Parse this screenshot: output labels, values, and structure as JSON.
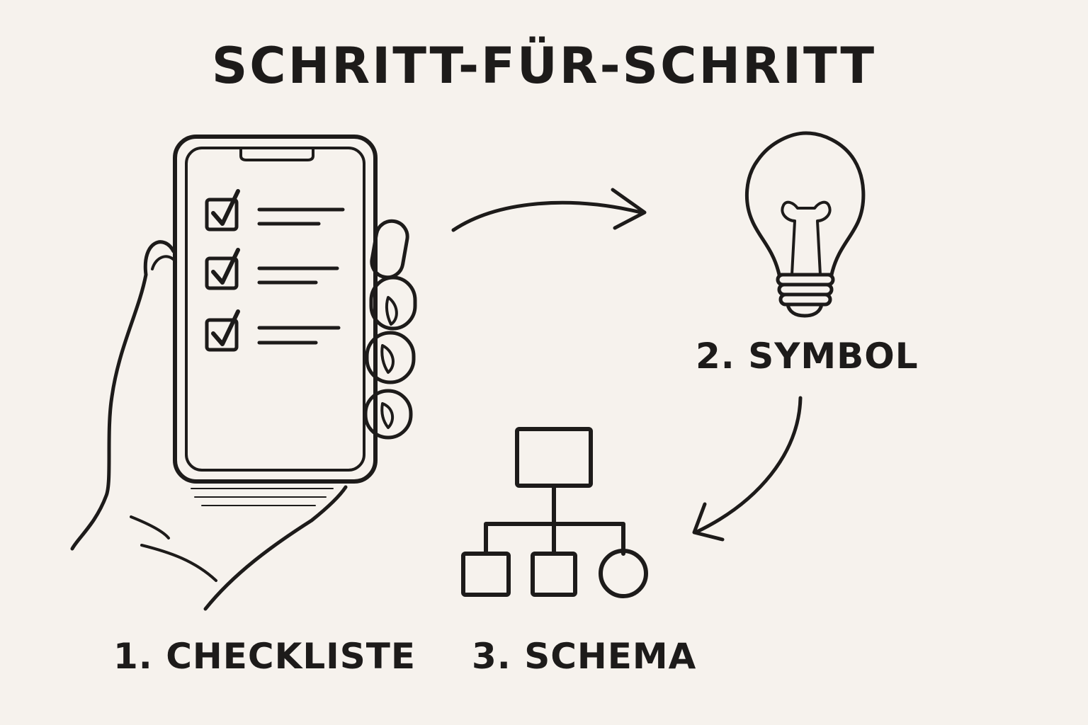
{
  "title": "SCHRITT-FÜR-SCHRITT",
  "steps": [
    {
      "label": "1. CHECKLISTE",
      "icon": "phone-checklist-icon"
    },
    {
      "label": "2. SYMBOL",
      "icon": "lightbulb-icon"
    },
    {
      "label": "3. SCHEMA",
      "icon": "hierarchy-chart-icon"
    }
  ],
  "colors": {
    "background": "#f6f2ed",
    "ink": "#1d1b1a",
    "accent": "#e07f70",
    "bulb_base": "#b0a39b"
  }
}
